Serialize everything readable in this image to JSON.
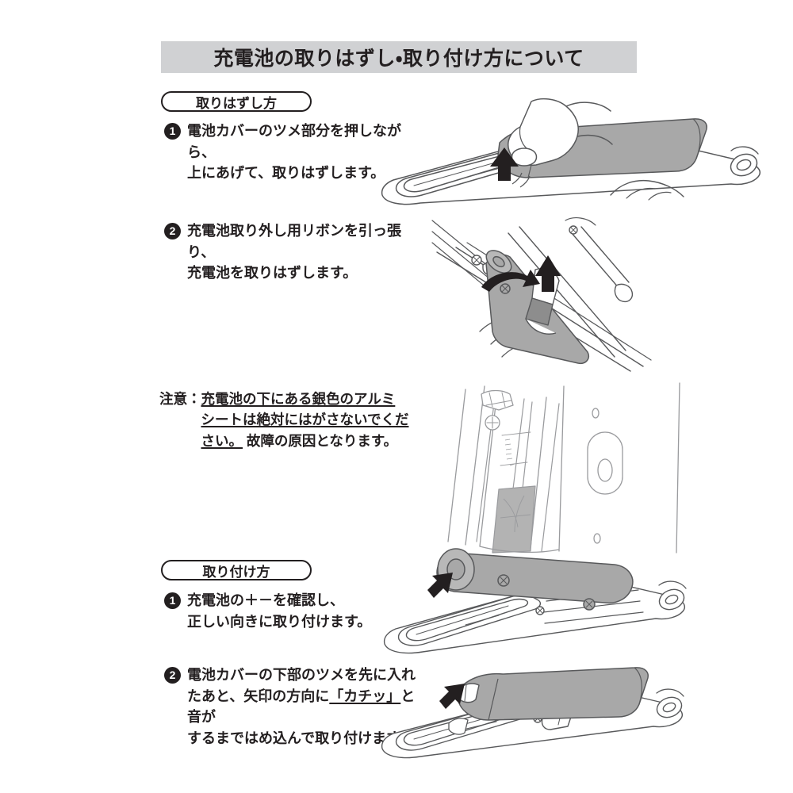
{
  "page": {
    "language": "ja",
    "background_color": "#ffffff",
    "text_color": "#231f20"
  },
  "header": {
    "title": "充電池の取りはずし・取り付け方について",
    "band_color": "#d0d1d3"
  },
  "sections": [
    {
      "id": "removal",
      "pill_label": "取りはずし方",
      "steps": [
        {
          "number": "❶",
          "text": "電池カバーのツメ部分を押しながら、\n上にあげて、取りはずします。",
          "illustration": "hand-lifting-battery-cover"
        },
        {
          "number": "❷",
          "text": "充電池取り外し用リボンを引っ張り、\n充電池を取りはずします。",
          "illustration": "pulling-ribbon-to-remove-battery"
        }
      ]
    },
    {
      "id": "installation",
      "pill_label": "取り付け方",
      "steps": [
        {
          "number": "❶",
          "text": "充電池の＋－を確認し、\n正しい向きに取り付けます。",
          "illustration": "inserting-battery-into-compartment"
        },
        {
          "number": "❷",
          "text_before": "電池カバーの下部のツメを先に入れ\nたあと、矢印の方向に",
          "text_emphasis": "「カチッ」",
          "text_after": "と音が\nするまではめ込んで取り付けます。",
          "illustration": "snapping-cover-closed"
        }
      ]
    }
  ],
  "caution": {
    "label": "注意：",
    "underlined_text": "充電池の下にある銀色のアルミ\nシートは絶対にはがさないでくだ\nさい。",
    "plain_text": "故障の原因となります。",
    "illustration": "battery-compartment-with-aluminium-sheet"
  },
  "illustration_colors": {
    "outline": "#58595b",
    "battery_gray": "#a8a8a8",
    "cover_gray": "#a8a8a8",
    "sheet_gray": "#b3b3b3",
    "arrow_black": "#231f20",
    "light_fill": "#fdfdfd"
  },
  "illustration_markings": {
    "battery_plus_terminal": "⊕",
    "battery_minus_terminal": "⊗"
  }
}
